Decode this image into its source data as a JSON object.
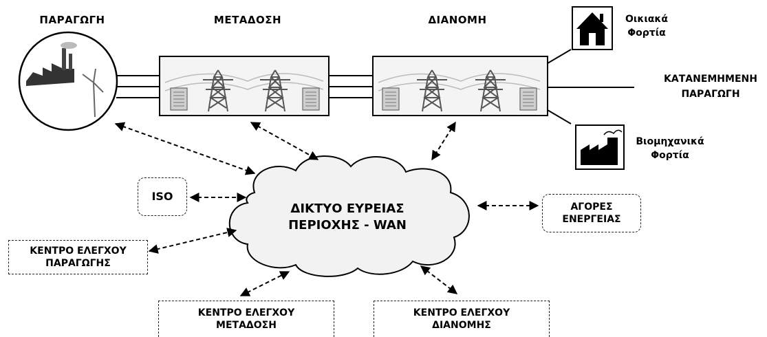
{
  "headers": {
    "generation": "ΠΑΡΑΓΩΓΗ",
    "transmission": "ΜΕΤΑΔΟΣΗ",
    "distribution": "ΔΙΑΝΟΜΗ"
  },
  "loads": {
    "residential": [
      "Οικιακά",
      "Φορτία"
    ],
    "distributed_generation": [
      "ΚΑΤΑΝΕΜΗΜΕΝΗ",
      "ΠΑΡΑΓΩΓΗ"
    ],
    "industrial": [
      "Βιομηχανικά",
      "Φορτία"
    ]
  },
  "cloud": [
    "ΔΙΚΤΥΟ ΕΥΡΕΙΑΣ",
    "ΠΕΡΙΟΧΗΣ - WAN"
  ],
  "nodes": {
    "iso": "ISO",
    "energy_markets": [
      "ΑΓΟΡΕΣ",
      "ΕΝΕΡΓΕΙΑΣ"
    ],
    "generation_control": [
      "ΚΕΝΤΡΟ ΕΛΕΓΧΟΥ",
      "ΠΑΡΑΓΩΓΗΣ"
    ],
    "transmission_control": [
      "ΚΕΝΤΡΟ ΕΛΕΓΧΟΥ",
      "ΜΕΤΑΔΟΣΗ"
    ],
    "distribution_control": [
      "ΚΕΝΤΡΟ ΕΛΕΓΧΟΥ",
      "ΔΙΑΝΟΜΗΣ"
    ]
  },
  "icons": {
    "plant": "power-plant-icon",
    "tower": "transmission-tower-icon",
    "house": "house-icon",
    "factory": "factory-icon"
  }
}
